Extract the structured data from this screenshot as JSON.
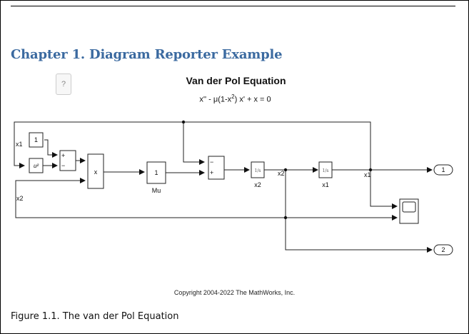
{
  "chapter_title": "Chapter 1. Diagram Reporter Example",
  "help_icon": "?",
  "diagram": {
    "title": "Van der Pol Equation",
    "equation_parts": [
      "x'' - μ(1-x",
      "2",
      ") x' + x = 0"
    ],
    "blocks": {
      "constant": "1",
      "square": "u²",
      "sum1_signs": [
        "+",
        "−"
      ],
      "product": "x",
      "gain_value": "1",
      "gain_name": "Mu",
      "sum2_signs": [
        "−",
        "+"
      ],
      "integrator1": "1/s",
      "integrator1_name": "x2",
      "integrator2": "1/s",
      "integrator2_name": "x1",
      "outport1": "1",
      "outport2": "2"
    },
    "signal_labels": {
      "x1_left": "x1",
      "x2_left": "x2",
      "x2_mid": "x2",
      "x1_right": "x1"
    },
    "copyright": "Copyright 2004-2022 The MathWorks, Inc."
  },
  "caption": "Figure 1.1. The van der Pol Equation"
}
